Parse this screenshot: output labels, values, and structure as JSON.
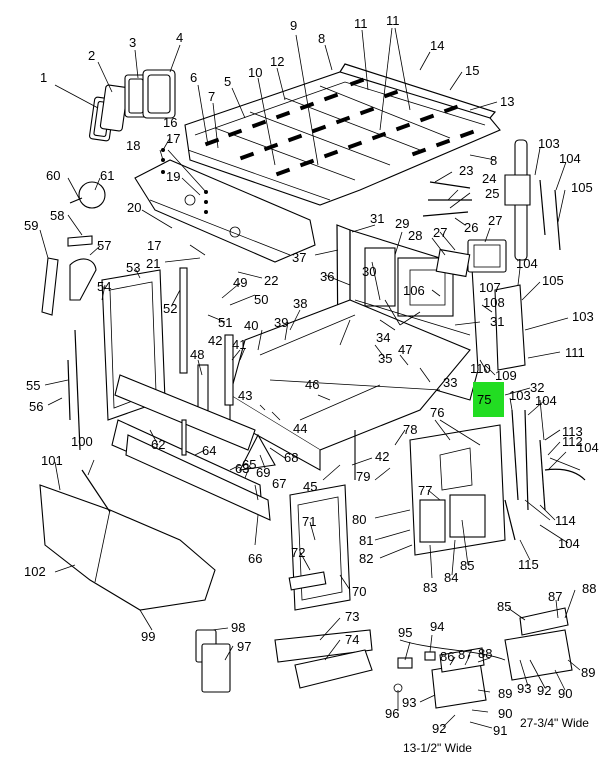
{
  "highlight_color": "#22dd22",
  "highlight_label": "75",
  "captions": {
    "wide_small": "13-1/2\" Wide",
    "wide_large": "27-3/4\" Wide"
  },
  "callouts": [
    {
      "id": "c1",
      "label": "1"
    },
    {
      "id": "c2",
      "label": "2"
    },
    {
      "id": "c3",
      "label": "3"
    },
    {
      "id": "c4",
      "label": "4"
    },
    {
      "id": "c5",
      "label": "5"
    },
    {
      "id": "c6",
      "label": "6"
    },
    {
      "id": "c7",
      "label": "7"
    },
    {
      "id": "c8a",
      "label": "8"
    },
    {
      "id": "c8b",
      "label": "8"
    },
    {
      "id": "c9",
      "label": "9"
    },
    {
      "id": "c10",
      "label": "10"
    },
    {
      "id": "c11a",
      "label": "11"
    },
    {
      "id": "c11b",
      "label": "11"
    },
    {
      "id": "c12",
      "label": "12"
    },
    {
      "id": "c13",
      "label": "13"
    },
    {
      "id": "c14",
      "label": "14"
    },
    {
      "id": "c15",
      "label": "15"
    },
    {
      "id": "c16",
      "label": "16"
    },
    {
      "id": "c17a",
      "label": "17"
    },
    {
      "id": "c17b",
      "label": "17"
    },
    {
      "id": "c18",
      "label": "18"
    },
    {
      "id": "c19",
      "label": "19"
    },
    {
      "id": "c20",
      "label": "20"
    },
    {
      "id": "c21",
      "label": "21"
    },
    {
      "id": "c22",
      "label": "22"
    },
    {
      "id": "c23",
      "label": "23"
    },
    {
      "id": "c24",
      "label": "24"
    },
    {
      "id": "c25",
      "label": "25"
    },
    {
      "id": "c26",
      "label": "26"
    },
    {
      "id": "c27a",
      "label": "27"
    },
    {
      "id": "c27b",
      "label": "27"
    },
    {
      "id": "c28",
      "label": "28"
    },
    {
      "id": "c29",
      "label": "29"
    },
    {
      "id": "c30",
      "label": "30"
    },
    {
      "id": "c31a",
      "label": "31"
    },
    {
      "id": "c31b",
      "label": "31"
    },
    {
      "id": "c32",
      "label": "32"
    },
    {
      "id": "c33",
      "label": "33"
    },
    {
      "id": "c34",
      "label": "34"
    },
    {
      "id": "c35",
      "label": "35"
    },
    {
      "id": "c36",
      "label": "36"
    },
    {
      "id": "c37",
      "label": "37"
    },
    {
      "id": "c38",
      "label": "38"
    },
    {
      "id": "c39",
      "label": "39"
    },
    {
      "id": "c40",
      "label": "40"
    },
    {
      "id": "c41",
      "label": "41"
    },
    {
      "id": "c42a",
      "label": "42"
    },
    {
      "id": "c42b",
      "label": "42"
    },
    {
      "id": "c43",
      "label": "43"
    },
    {
      "id": "c44",
      "label": "44"
    },
    {
      "id": "c45",
      "label": "45"
    },
    {
      "id": "c46",
      "label": "46"
    },
    {
      "id": "c47",
      "label": "47"
    },
    {
      "id": "c48",
      "label": "48"
    },
    {
      "id": "c49",
      "label": "49"
    },
    {
      "id": "c50",
      "label": "50"
    },
    {
      "id": "c51",
      "label": "51"
    },
    {
      "id": "c52",
      "label": "52"
    },
    {
      "id": "c53",
      "label": "53"
    },
    {
      "id": "c54",
      "label": "54"
    },
    {
      "id": "c55",
      "label": "55"
    },
    {
      "id": "c56",
      "label": "56"
    },
    {
      "id": "c57",
      "label": "57"
    },
    {
      "id": "c58",
      "label": "58"
    },
    {
      "id": "c59",
      "label": "59"
    },
    {
      "id": "c60",
      "label": "60"
    },
    {
      "id": "c61",
      "label": "61"
    },
    {
      "id": "c62",
      "label": "62"
    },
    {
      "id": "c63",
      "label": "63"
    },
    {
      "id": "c64",
      "label": "64"
    },
    {
      "id": "c65",
      "label": "65"
    },
    {
      "id": "c66",
      "label": "66"
    },
    {
      "id": "c67",
      "label": "67"
    },
    {
      "id": "c68",
      "label": "68"
    },
    {
      "id": "c69",
      "label": "69"
    },
    {
      "id": "c70",
      "label": "70"
    },
    {
      "id": "c71",
      "label": "71"
    },
    {
      "id": "c72",
      "label": "72"
    },
    {
      "id": "c73",
      "label": "73"
    },
    {
      "id": "c74",
      "label": "74"
    },
    {
      "id": "c76",
      "label": "76"
    },
    {
      "id": "c77",
      "label": "77"
    },
    {
      "id": "c78",
      "label": "78"
    },
    {
      "id": "c79",
      "label": "79"
    },
    {
      "id": "c80",
      "label": "80"
    },
    {
      "id": "c81",
      "label": "81"
    },
    {
      "id": "c82",
      "label": "82"
    },
    {
      "id": "c83",
      "label": "83"
    },
    {
      "id": "c84",
      "label": "84"
    },
    {
      "id": "c85a",
      "label": "85"
    },
    {
      "id": "c85b",
      "label": "85"
    },
    {
      "id": "c86",
      "label": "86"
    },
    {
      "id": "c87a",
      "label": "87"
    },
    {
      "id": "c87b",
      "label": "87"
    },
    {
      "id": "c88a",
      "label": "88"
    },
    {
      "id": "c88b",
      "label": "88"
    },
    {
      "id": "c89a",
      "label": "89"
    },
    {
      "id": "c89b",
      "label": "89"
    },
    {
      "id": "c90a",
      "label": "90"
    },
    {
      "id": "c90b",
      "label": "90"
    },
    {
      "id": "c91",
      "label": "91"
    },
    {
      "id": "c92a",
      "label": "92"
    },
    {
      "id": "c92b",
      "label": "92"
    },
    {
      "id": "c93a",
      "label": "93"
    },
    {
      "id": "c93b",
      "label": "93"
    },
    {
      "id": "c94",
      "label": "94"
    },
    {
      "id": "c95",
      "label": "95"
    },
    {
      "id": "c96",
      "label": "96"
    },
    {
      "id": "c97",
      "label": "97"
    },
    {
      "id": "c98",
      "label": "98"
    },
    {
      "id": "c99",
      "label": "99"
    },
    {
      "id": "c100",
      "label": "100"
    },
    {
      "id": "c101",
      "label": "101"
    },
    {
      "id": "c102",
      "label": "102"
    },
    {
      "id": "c103a",
      "label": "103"
    },
    {
      "id": "c103b",
      "label": "103"
    },
    {
      "id": "c103c",
      "label": "103"
    },
    {
      "id": "c104a",
      "label": "104"
    },
    {
      "id": "c104b",
      "label": "104"
    },
    {
      "id": "c104c",
      "label": "104"
    },
    {
      "id": "c104d",
      "label": "104"
    },
    {
      "id": "c104e",
      "label": "104"
    },
    {
      "id": "c105a",
      "label": "105"
    },
    {
      "id": "c105b",
      "label": "105"
    },
    {
      "id": "c106",
      "label": "106"
    },
    {
      "id": "c107",
      "label": "107"
    },
    {
      "id": "c108",
      "label": "108"
    },
    {
      "id": "c109",
      "label": "109"
    },
    {
      "id": "c110",
      "label": "110"
    },
    {
      "id": "c111",
      "label": "111"
    },
    {
      "id": "c112",
      "label": "112"
    },
    {
      "id": "c113",
      "label": "113"
    },
    {
      "id": "c114",
      "label": "114"
    },
    {
      "id": "c115",
      "label": "115"
    }
  ]
}
